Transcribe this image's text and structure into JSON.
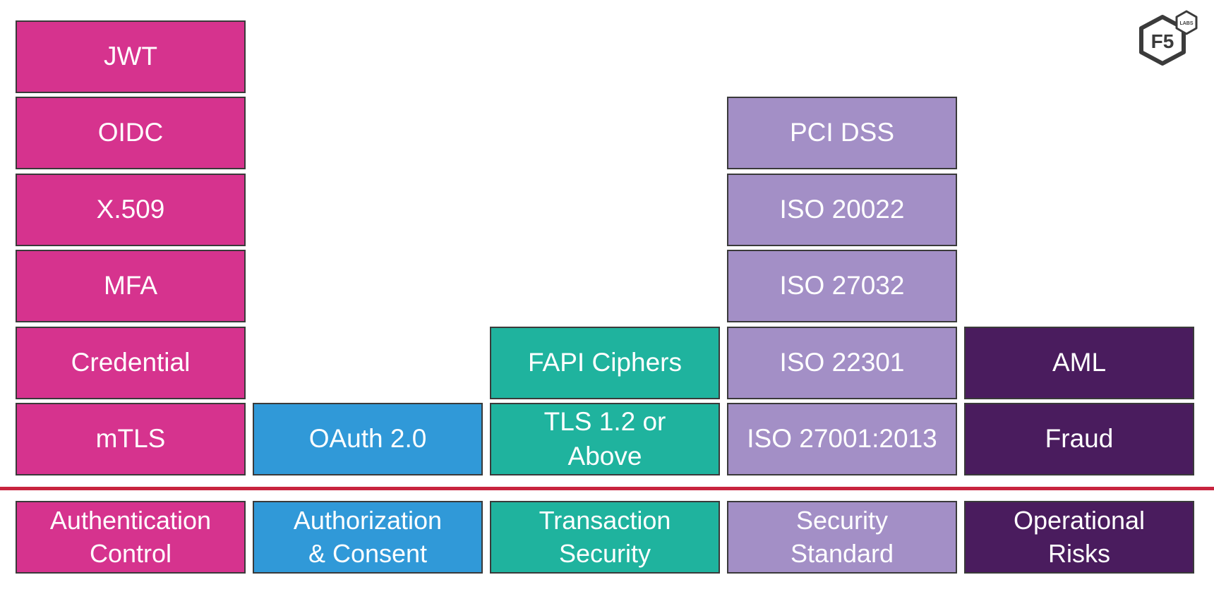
{
  "logo": {
    "main_text": "F5",
    "badge_text": "LABS"
  },
  "colors": {
    "authentication": "#d6338e",
    "authorization": "#3099d8",
    "transaction": "#1fb39e",
    "security": "#a38fc6",
    "operational": "#4a1c5e",
    "divider": "#c8243f"
  },
  "columns": [
    {
      "category": "Authentication\nControl",
      "items": [
        "JWT",
        "OIDC",
        "X.509",
        "MFA",
        "Credential",
        "mTLS"
      ]
    },
    {
      "category": "Authorization\n& Consent",
      "items": [
        "OAuth 2.0"
      ]
    },
    {
      "category": "Transaction\nSecurity",
      "items": [
        "FAPI Ciphers",
        "TLS 1.2 or\nAbove"
      ]
    },
    {
      "category": "Security\nStandard",
      "items": [
        "PCI DSS",
        "ISO 20022",
        "ISO 27032",
        "ISO 22301",
        "ISO 27001:2013"
      ]
    },
    {
      "category": "Operational\nRisks",
      "items": [
        "AML",
        "Fraud"
      ]
    }
  ]
}
